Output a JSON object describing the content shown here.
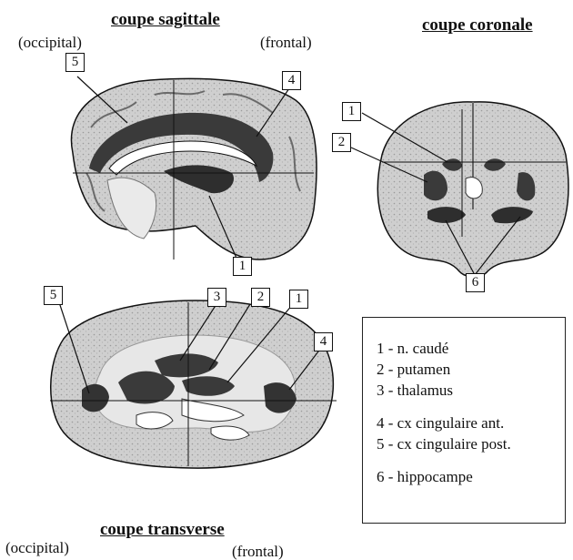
{
  "titles": {
    "sagittal": "coupe sagittale",
    "coronal": "coupe coronale",
    "transverse": "coupe transverse"
  },
  "orientation": {
    "sagittal_left": "(occipital)",
    "sagittal_right": "(frontal)",
    "transverse_left": "(occipital)",
    "transverse_right": "(frontal)"
  },
  "markers": {
    "sag_5": "5",
    "sag_4": "4",
    "sag_1": "1",
    "cor_1": "1",
    "cor_2": "2",
    "cor_6": "6",
    "tra_5": "5",
    "tra_3": "3",
    "tra_2": "2",
    "tra_1": "1",
    "tra_4": "4"
  },
  "legend": [
    "1 - n. caudé",
    "2 - putamen",
    "3 - thalamus",
    "4 - cx cingulaire ant.",
    "5 - cx cingulaire post.",
    "6 - hippocampe"
  ],
  "colors": {
    "tissue_light": "#d4d4d4",
    "tissue_mid": "#a9a9a9",
    "roi_dark": "#3a3a3a",
    "line": "#111111"
  }
}
